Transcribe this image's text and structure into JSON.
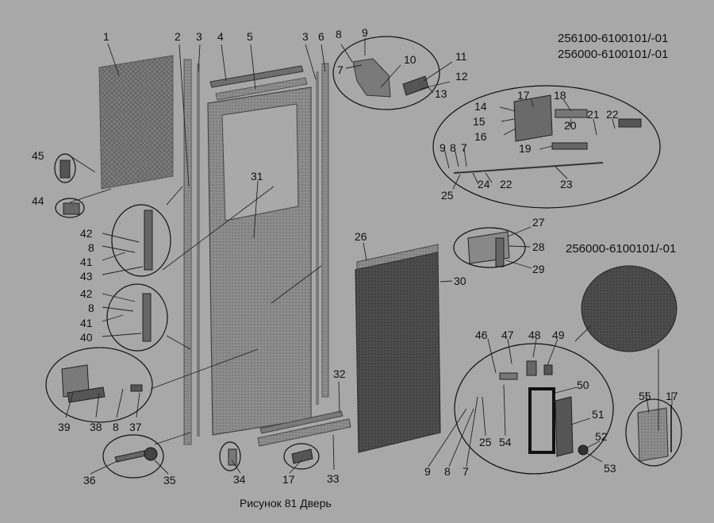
{
  "codes": {
    "code_a": "256100-6100101/-01",
    "code_b": "256000-6100101/-01",
    "code_c": "256000-6100101/-01"
  },
  "caption": "Рисунок 81  Дверь",
  "labels": {
    "l1": "1",
    "l2": "2",
    "l3a": "3",
    "l4": "4",
    "l5": "5",
    "l3b": "3",
    "l6": "6",
    "l8a": "8",
    "l9a": "9",
    "l7a": "7",
    "l10": "10",
    "l11": "11",
    "l12": "12",
    "l13": "13",
    "l14": "14",
    "l17a": "17",
    "l18": "18",
    "l15": "15",
    "l16": "16",
    "l20": "20",
    "l21": "21",
    "l22a": "22",
    "l19": "19",
    "l9b": "9",
    "l8b": "8",
    "l7b": "7",
    "l24": "24",
    "l22b": "22",
    "l23": "23",
    "l25a": "25",
    "l45": "45",
    "l44": "44",
    "l31": "31",
    "l42a": "42",
    "l8c": "8",
    "l41a": "41",
    "l43": "43",
    "l42b": "42",
    "l8d": "8",
    "l41b": "41",
    "l40": "40",
    "l39": "39",
    "l38": "38",
    "l8e": "8",
    "l37": "37",
    "l36": "36",
    "l35": "35",
    "l34": "34",
    "l17b": "17",
    "l32": "32",
    "l33": "33",
    "l26": "26",
    "l27": "27",
    "l28": "28",
    "l29": "29",
    "l30": "30",
    "l46": "46",
    "l47": "47",
    "l48": "48",
    "l49": "49",
    "l50": "50",
    "l51": "51",
    "l52": "52",
    "l53": "53",
    "l54": "54",
    "l25b": "25",
    "l9c": "9",
    "l8f": "8",
    "l7c": "7",
    "l55": "55",
    "l17c": "17"
  }
}
